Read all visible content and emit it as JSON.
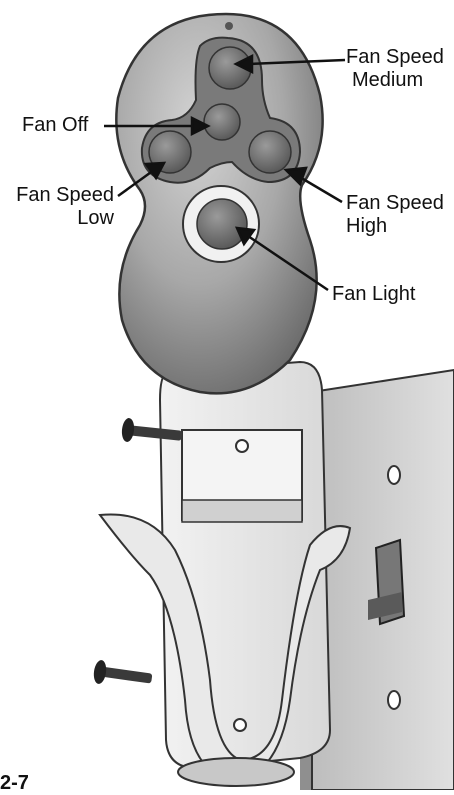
{
  "callouts": {
    "fan_speed_medium": [
      "Fan Speed",
      "Medium"
    ],
    "fan_off": "Fan Off",
    "fan_speed_low": [
      "Fan Speed",
      "Low"
    ],
    "fan_speed_high": [
      "Fan Speed",
      "High"
    ],
    "fan_light": "Fan Light"
  },
  "figure_label": "2-7",
  "colors": {
    "remote_body": "#a9a9a9",
    "remote_shadow": "#7f7f7f",
    "buttons": "#6f6f6f",
    "holder": "#e6e6e6",
    "wall_plate": "#cfcfcf",
    "screws": "#3a3a3a"
  }
}
